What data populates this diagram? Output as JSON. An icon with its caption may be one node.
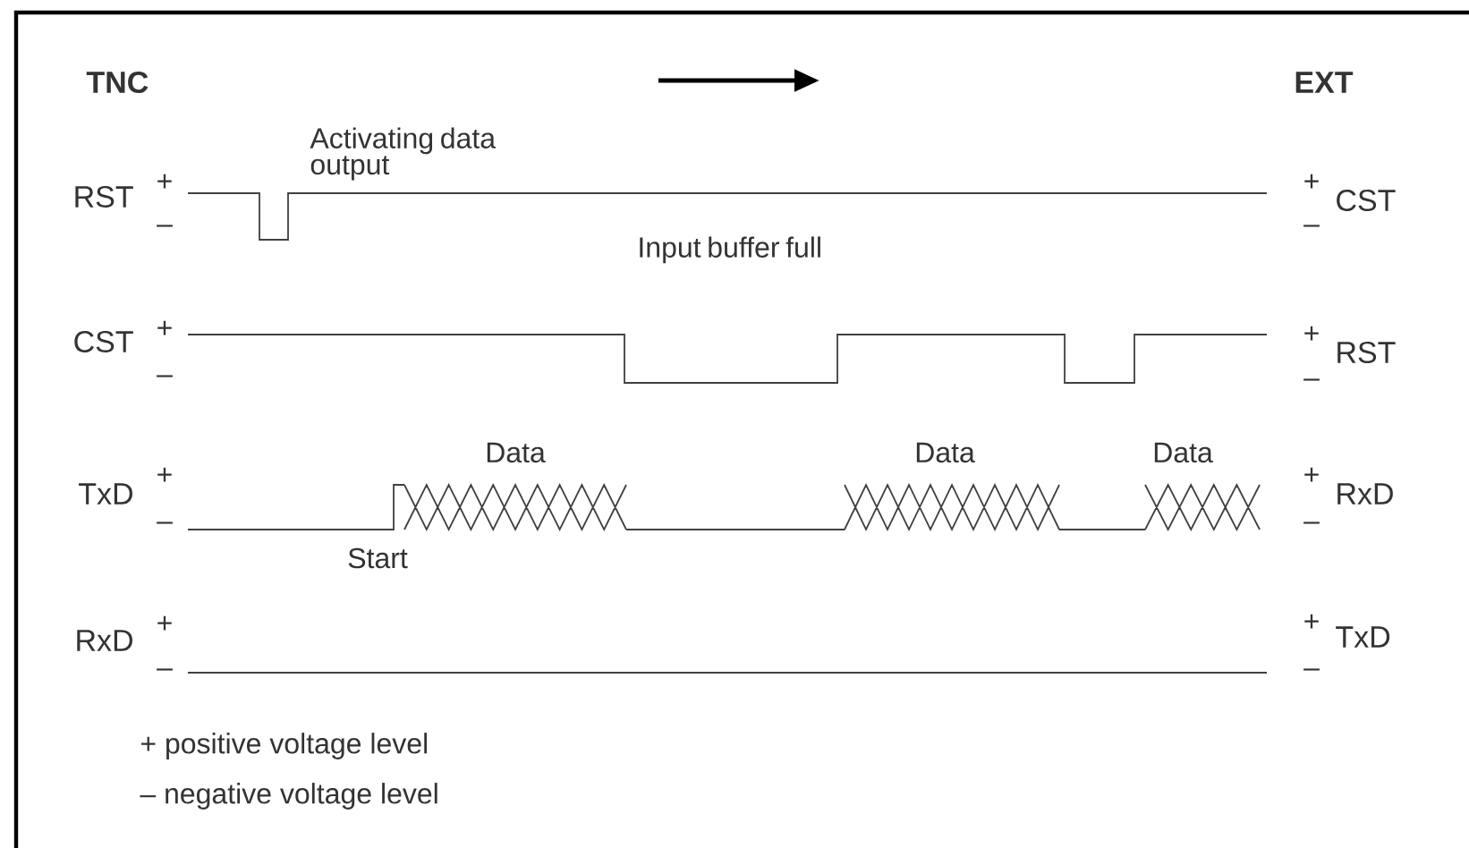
{
  "diagram": {
    "labels": [
      "TNC",
      "EXT",
      "RST",
      "+",
      "–",
      "Activating data output",
      "+",
      "CST",
      "–",
      "Input buffer full",
      "CST",
      "+",
      "–",
      "+",
      "RST",
      "–",
      "Data",
      "Data",
      "Data",
      "TxD",
      "+",
      "–",
      "+",
      "RxD",
      "–",
      "Start",
      "RxD",
      "+",
      "–",
      "+",
      "TxD",
      "–",
      "+ positive voltage level",
      "– negative voltage level"
    ]
  }
}
